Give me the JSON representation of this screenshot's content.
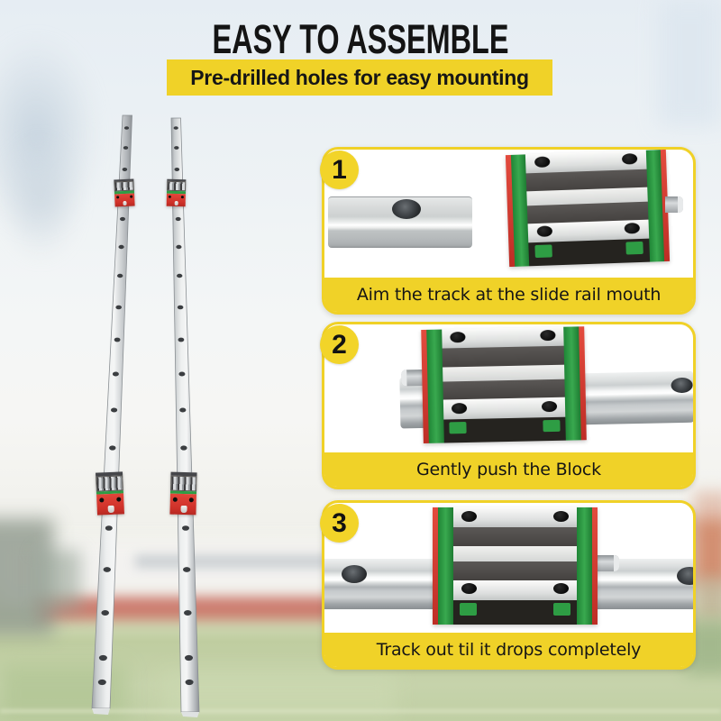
{
  "header": {
    "title": "EASY TO ASSEMBLE",
    "subtitle": "Pre-drilled holes for easy mounting"
  },
  "steps": [
    {
      "number": "1",
      "caption": "Aim the track at the slide rail mouth"
    },
    {
      "number": "2",
      "caption": "Gently push the Block"
    },
    {
      "number": "3",
      "caption": "Track out til it drops completely"
    }
  ],
  "colors": {
    "accent_yellow": "#F0D228",
    "title_black": "#141414",
    "block_green": "#2E9D44",
    "seal_red": "#D6382E",
    "steel_grey": "#C9CDD0",
    "rail_dark_hole": "#3B3E41",
    "grass_green": "#C0CFA4",
    "sky_blue": "#E6EDF3"
  }
}
